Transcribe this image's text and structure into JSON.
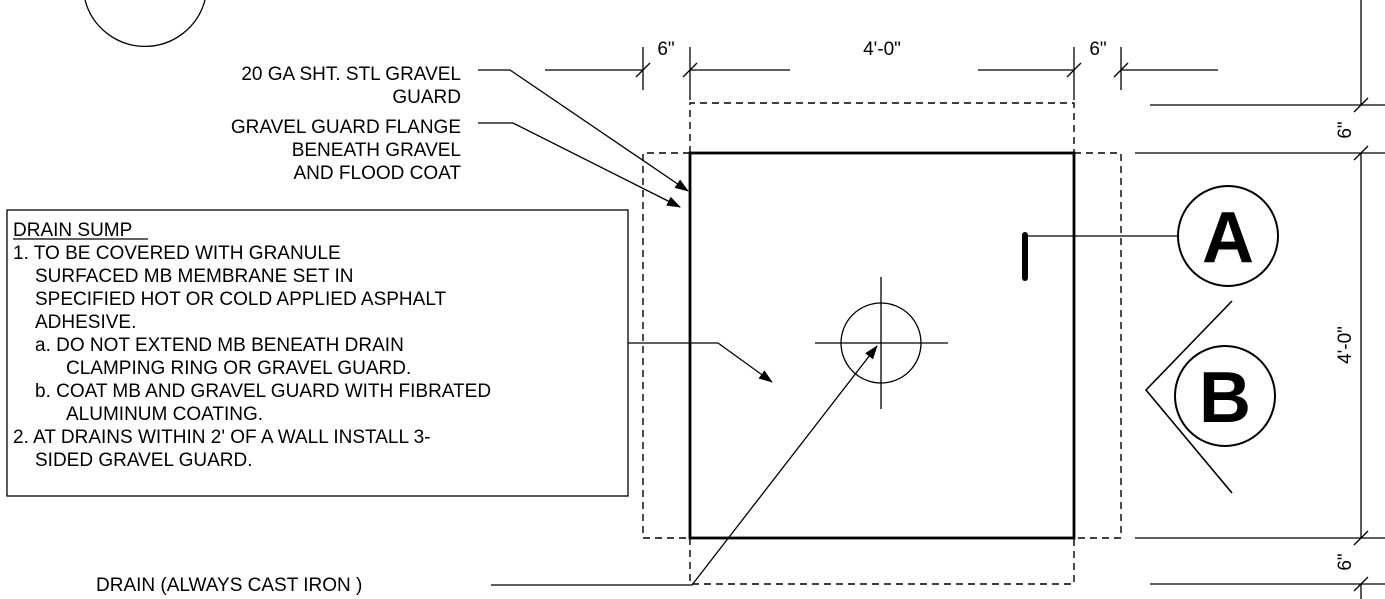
{
  "dimensions": {
    "top_left": "6\"",
    "top_center": "4'-0\"",
    "top_right": "6\"",
    "right_top": "6\"",
    "right_center": "4'-0\"",
    "right_bottom": "6\""
  },
  "callouts": {
    "gravel_guard": [
      "20 GA SHT. STL GRAVEL",
      "GUARD"
    ],
    "flange": [
      "GRAVEL GUARD FLANGE",
      "BENEATH GRAVEL",
      "AND FLOOD COAT"
    ],
    "drain": "DRAIN (ALWAYS CAST IRON )"
  },
  "note": {
    "title": "DRAIN SUMP",
    "lines": [
      "1. TO BE COVERED WITH GRANULE",
      "SURFACED MB MEMBRANE SET IN",
      "SPECIFIED HOT OR COLD APPLIED ASPHALT",
      "ADHESIVE.",
      "a. DO NOT EXTEND MB BENEATH DRAIN",
      "CLAMPING RING OR GRAVEL GUARD.",
      "b. COAT MB AND GRAVEL GUARD WITH FIBRATED",
      "ALUMINUM COATING.",
      "2.  AT DRAINS WITHIN 2' OF A WALL INSTALL 3-",
      "SIDED GRAVEL GUARD."
    ]
  },
  "section_marks": {
    "a": "A",
    "b": "B"
  }
}
